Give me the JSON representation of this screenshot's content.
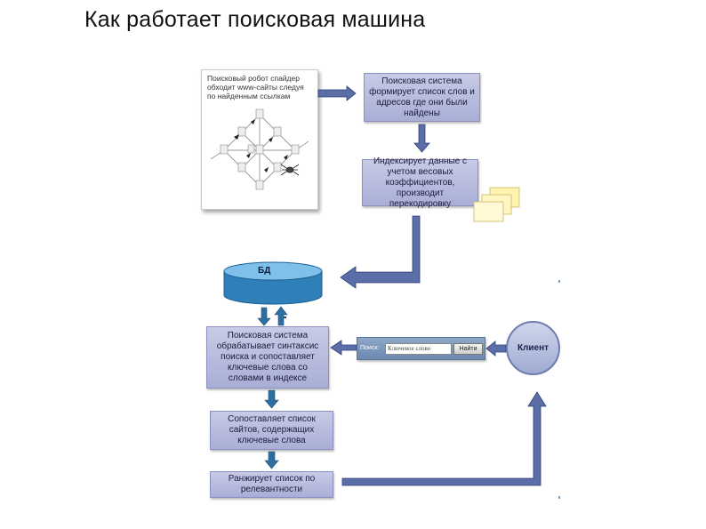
{
  "title": "Как работает поисковая машина",
  "spider": {
    "caption": "Поисковый робот спайдер обходит www-сайты следуя по найденным ссылкам"
  },
  "steps": {
    "word_list": "Поисковая система формирует список слов и адресов где они были найдены",
    "indexing": "Индексирует данные с учетом весовых коэффициентов, производит перекодировку",
    "query_parse": "Поисковая система обрабатывает синтаксис поиска и сопоставляет ключевые слова со словами в индексе",
    "match_sites": "Сопоставляет список сайтов, содержащих ключевые слова",
    "rank": "Ранжирует список по релевантности"
  },
  "database": {
    "label": "БД"
  },
  "search_bar": {
    "label": "Поиск:",
    "input_value": "Ключевое слово",
    "button_label": "Найти"
  },
  "client": {
    "label": "Клиент"
  },
  "colors": {
    "box_fill": "#b3b8dc",
    "arrow_fill": "#5b6ea8",
    "db_fill": "#3f8fc5",
    "folder_fill": "#fff3b0"
  }
}
